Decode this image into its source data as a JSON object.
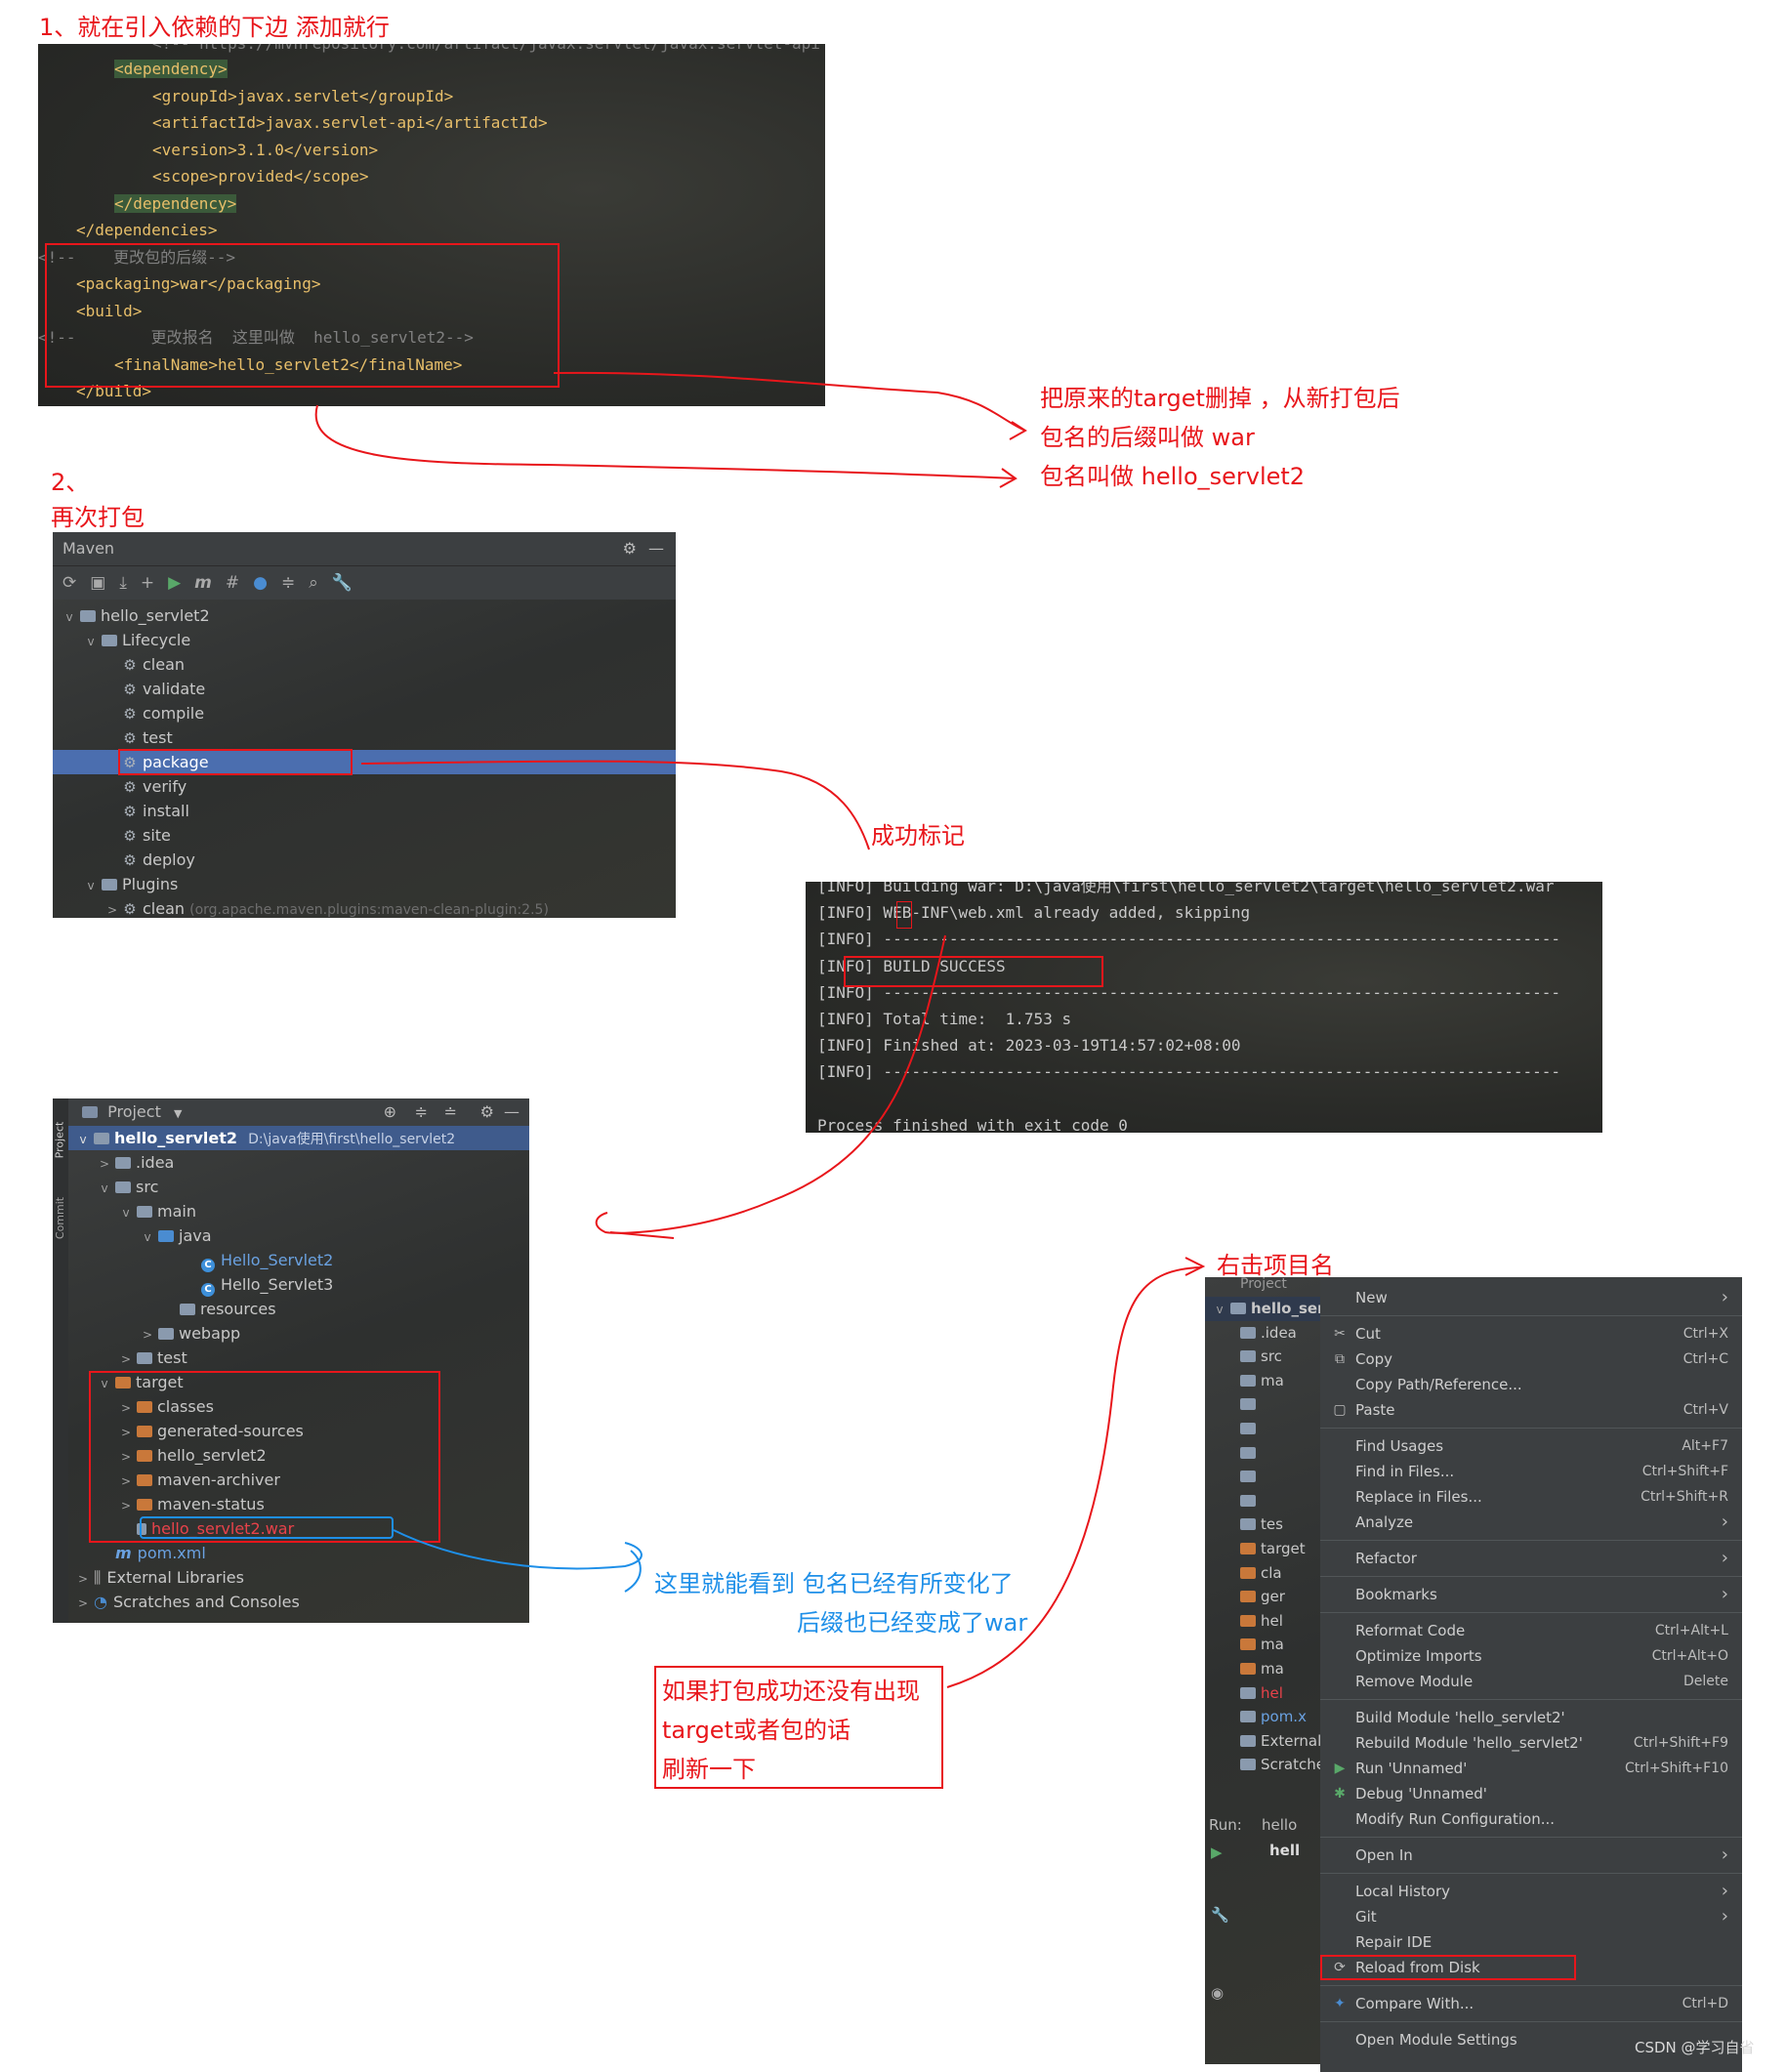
{
  "annotations": {
    "step1": "1、就在引入依赖的下边 添加就行",
    "note_delete_target": "把原来的target删掉 ，从新打包后",
    "note_suffix_war": "包名的后缀叫做 war",
    "note_name": "包名叫做 hello_servlet2",
    "step2_num": "2、",
    "step2_text": "再次打包",
    "success_mark": "成功标记",
    "right_click": "右击项目名",
    "see_changed": "这里就能看到 包名已经有所变化了",
    "suffix_changed": "后缀也已经变成了war",
    "refresh_line1": "如果打包成功还没有出现",
    "refresh_line2": "target或者包的话",
    "refresh_line3": "刷新一下",
    "watermark": "CSDN @学习自省"
  },
  "code": {
    "top_comment": "<!-- https://mvnrepository.com/artifact/javax.servlet/javax.servlet-api -->",
    "lines": [
      {
        "indent": 2,
        "text": "<dependency>",
        "kind": "tag",
        "hl": true
      },
      {
        "indent": 3,
        "text": "<groupId>javax.servlet</groupId>",
        "kind": "mixed"
      },
      {
        "indent": 3,
        "text": "<artifactId>javax.servlet-api</artifactId>",
        "kind": "mixed"
      },
      {
        "indent": 3,
        "text": "<version>3.1.0</version>",
        "kind": "mixed"
      },
      {
        "indent": 3,
        "text": "<scope>provided</scope>",
        "kind": "mixed"
      },
      {
        "indent": 2,
        "text": "</dependency>",
        "kind": "tag",
        "hl": true
      },
      {
        "indent": 1,
        "text": "</dependencies>",
        "kind": "tag"
      },
      {
        "indent": 0,
        "text": "<!--    更改包的后缀-->",
        "kind": "comment"
      },
      {
        "indent": 1,
        "text": "<packaging>war</packaging>",
        "kind": "mixed"
      },
      {
        "indent": 1,
        "text": "<build>",
        "kind": "tag"
      },
      {
        "indent": 0,
        "text": "<!--        更改报名  这里叫做  hello_servlet2-->",
        "kind": "comment"
      },
      {
        "indent": 2,
        "text": "<finalName>hello_servlet2</finalName>",
        "kind": "mixed"
      },
      {
        "indent": 1,
        "text": "</build>",
        "kind": "tag"
      }
    ]
  },
  "maven": {
    "title": "Maven",
    "root": "hello_servlet2",
    "lifecycle_label": "Lifecycle",
    "phases": [
      "clean",
      "validate",
      "compile",
      "test",
      "package",
      "verify",
      "install",
      "site",
      "deploy"
    ],
    "selected_phase": "package",
    "plugins_label": "Plugins",
    "plugin_clean": "clean",
    "plugin_clean_detail": "(org.apache.maven.plugins:maven-clean-plugin:2.5)"
  },
  "console": {
    "lines": [
      "[INFO] Building war: D:\\java使用\\first\\hello_servlet2\\target\\hello_servlet2.war",
      "[INFO] WEB-INF\\web.xml already added, skipping",
      "[INFO] ------------------------------------------------------------------------",
      "[INFO] BUILD SUCCESS",
      "[INFO] ------------------------------------------------------------------------",
      "[INFO] Total time:  1.753 s",
      "[INFO] Finished at: 2023-03-19T14:57:02+08:00",
      "[INFO] ------------------------------------------------------------------------",
      "",
      "Process finished with exit code 0"
    ]
  },
  "project": {
    "title": "Project",
    "side_tab_project": "Project",
    "side_tab_commit": "Commit",
    "root_name": "hello_servlet2",
    "root_path": "D:\\java使用\\first\\hello_servlet2",
    "items": [
      {
        "label": ".idea",
        "depth": 1,
        "icon": "folder",
        "chev": ">"
      },
      {
        "label": "src",
        "depth": 1,
        "icon": "folder",
        "chev": "v"
      },
      {
        "label": "main",
        "depth": 2,
        "icon": "folder",
        "chev": "v"
      },
      {
        "label": "java",
        "depth": 3,
        "icon": "folder-blue",
        "chev": "v"
      },
      {
        "label": "Hello_Servlet2",
        "depth": 5,
        "icon": "class",
        "color": "#6aa1e0"
      },
      {
        "label": "Hello_Servlet3",
        "depth": 5,
        "icon": "class"
      },
      {
        "label": "resources",
        "depth": 4,
        "icon": "folder"
      },
      {
        "label": "webapp",
        "depth": 3,
        "icon": "folder",
        "chev": ">"
      },
      {
        "label": "test",
        "depth": 2,
        "icon": "folder",
        "chev": ">"
      },
      {
        "label": "target",
        "depth": 1,
        "icon": "folder-orange",
        "chev": "v"
      },
      {
        "label": "classes",
        "depth": 2,
        "icon": "folder-orange",
        "chev": ">"
      },
      {
        "label": "generated-sources",
        "depth": 2,
        "icon": "folder-orange",
        "chev": ">"
      },
      {
        "label": "hello_servlet2",
        "depth": 2,
        "icon": "folder-orange",
        "chev": ">"
      },
      {
        "label": "maven-archiver",
        "depth": 2,
        "icon": "folder-orange",
        "chev": ">"
      },
      {
        "label": "maven-status",
        "depth": 2,
        "icon": "folder-orange",
        "chev": ">"
      },
      {
        "label": "hello_servlet2.war",
        "depth": 2,
        "icon": "war",
        "color": "#e8424a"
      },
      {
        "label": "pom.xml",
        "depth": 1,
        "icon": "maven",
        "color": "#6aa1e0"
      },
      {
        "label": "External Libraries",
        "depth": 0,
        "icon": "lib",
        "chev": ">"
      },
      {
        "label": "Scratches and Consoles",
        "depth": 0,
        "icon": "scratch",
        "chev": ">"
      }
    ]
  },
  "context": {
    "tree_header": "Project",
    "tree": [
      {
        "label": "hello_ser",
        "bold": true
      },
      {
        "label": ".idea"
      },
      {
        "label": "src"
      },
      {
        "label": "ma"
      },
      {
        "label": ""
      },
      {
        "label": ""
      },
      {
        "label": ""
      },
      {
        "label": ""
      },
      {
        "label": ""
      },
      {
        "label": "tes"
      },
      {
        "label": "target"
      },
      {
        "label": "cla"
      },
      {
        "label": "ger"
      },
      {
        "label": "hel"
      },
      {
        "label": "ma"
      },
      {
        "label": "ma"
      },
      {
        "label": "hel",
        "color": "#e8424a"
      },
      {
        "label": "pom.x",
        "color": "#6aa1e0"
      },
      {
        "label": "External L"
      },
      {
        "label": "Scratches"
      }
    ],
    "run_label": "Run:",
    "run_item1": "hello",
    "run_item2": "hell",
    "menu": [
      {
        "label": "New",
        "sub": true
      },
      {
        "sep": true
      },
      {
        "label": "Cut",
        "shortcut": "Ctrl+X",
        "icon": "✂"
      },
      {
        "label": "Copy",
        "shortcut": "Ctrl+C",
        "icon": "⧉"
      },
      {
        "label": "Copy Path/Reference..."
      },
      {
        "label": "Paste",
        "shortcut": "Ctrl+V",
        "icon": "▢"
      },
      {
        "sep": true
      },
      {
        "label": "Find Usages",
        "shortcut": "Alt+F7"
      },
      {
        "label": "Find in Files...",
        "shortcut": "Ctrl+Shift+F"
      },
      {
        "label": "Replace in Files...",
        "shortcut": "Ctrl+Shift+R"
      },
      {
        "label": "Analyze",
        "sub": true
      },
      {
        "sep": true
      },
      {
        "label": "Refactor",
        "sub": true
      },
      {
        "sep": true
      },
      {
        "label": "Bookmarks",
        "sub": true
      },
      {
        "sep": true
      },
      {
        "label": "Reformat Code",
        "shortcut": "Ctrl+Alt+L"
      },
      {
        "label": "Optimize Imports",
        "shortcut": "Ctrl+Alt+O"
      },
      {
        "label": "Remove Module",
        "shortcut": "Delete"
      },
      {
        "sep": true
      },
      {
        "label": "Build Module 'hello_servlet2'"
      },
      {
        "label": "Rebuild Module 'hello_servlet2'",
        "shortcut": "Ctrl+Shift+F9"
      },
      {
        "label": "Run 'Unnamed'",
        "shortcut": "Ctrl+Shift+F10",
        "icon": "▶",
        "iconColor": "#59a869"
      },
      {
        "label": "Debug 'Unnamed'",
        "icon": "✱",
        "iconColor": "#59a869"
      },
      {
        "label": "Modify Run Configuration..."
      },
      {
        "sep": true
      },
      {
        "label": "Open In",
        "sub": true
      },
      {
        "sep": true
      },
      {
        "label": "Local History",
        "sub": true
      },
      {
        "label": "Git",
        "sub": true
      },
      {
        "label": "Repair IDE"
      },
      {
        "label": "Reload from Disk",
        "icon": "⟳",
        "boxed": true
      },
      {
        "sep": true
      },
      {
        "label": "Compare With...",
        "shortcut": "Ctrl+D",
        "icon": "✦",
        "iconColor": "#4a8cd1"
      },
      {
        "sep": true
      },
      {
        "label": "Open Module Settings"
      }
    ]
  },
  "colors": {
    "annotation_red": "#e8161b",
    "annotation_blue": "#1e8fe8",
    "selection": "#4b6eaf",
    "xml_tag": "#e8bf6a"
  }
}
